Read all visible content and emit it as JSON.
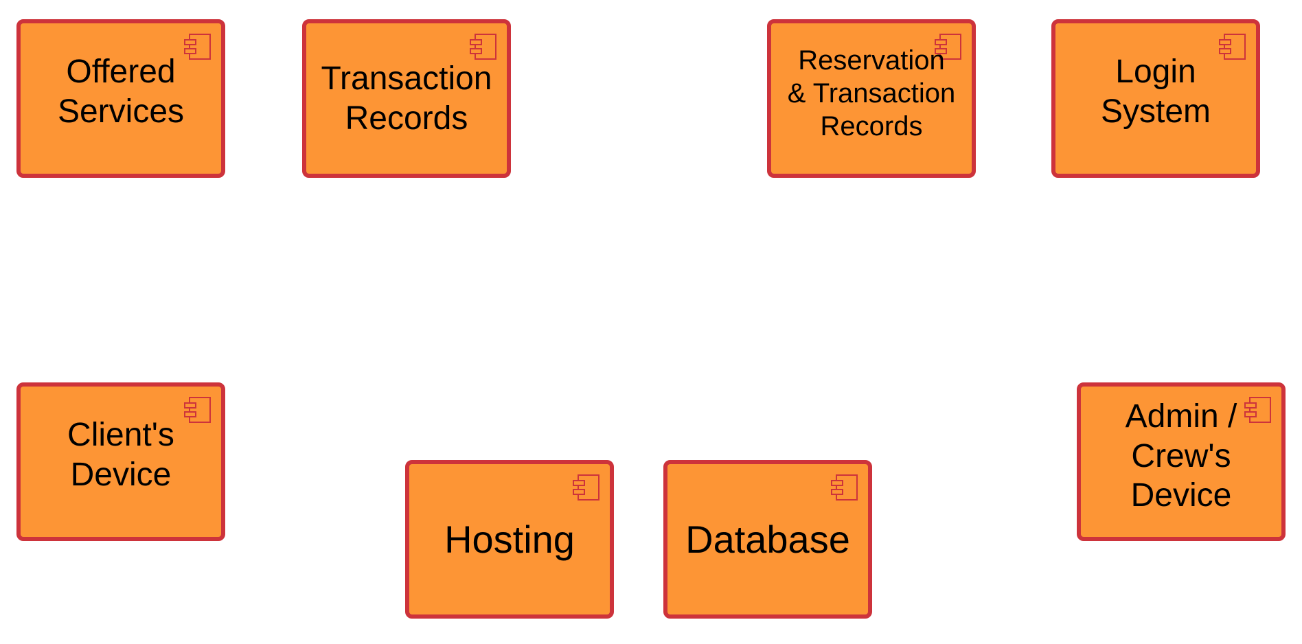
{
  "diagram": {
    "colors": {
      "component_fill": "#fd9535",
      "component_border": "#cd333b",
      "icon_stroke": "#cd333b",
      "text": "#000000"
    },
    "components": {
      "offered": {
        "label": "Offered\nServices"
      },
      "transaction": {
        "label": "Transaction\nRecords"
      },
      "reservation": {
        "label": "Reservation\n& Transaction\nRecords"
      },
      "login": {
        "label": "Login\nSystem"
      },
      "client": {
        "label": "Client's\nDevice"
      },
      "hosting": {
        "label": "Hosting"
      },
      "database": {
        "label": "Database"
      },
      "admin": {
        "label": "Admin /\nCrew's\nDevice"
      }
    },
    "icon": "uml-component-icon"
  }
}
